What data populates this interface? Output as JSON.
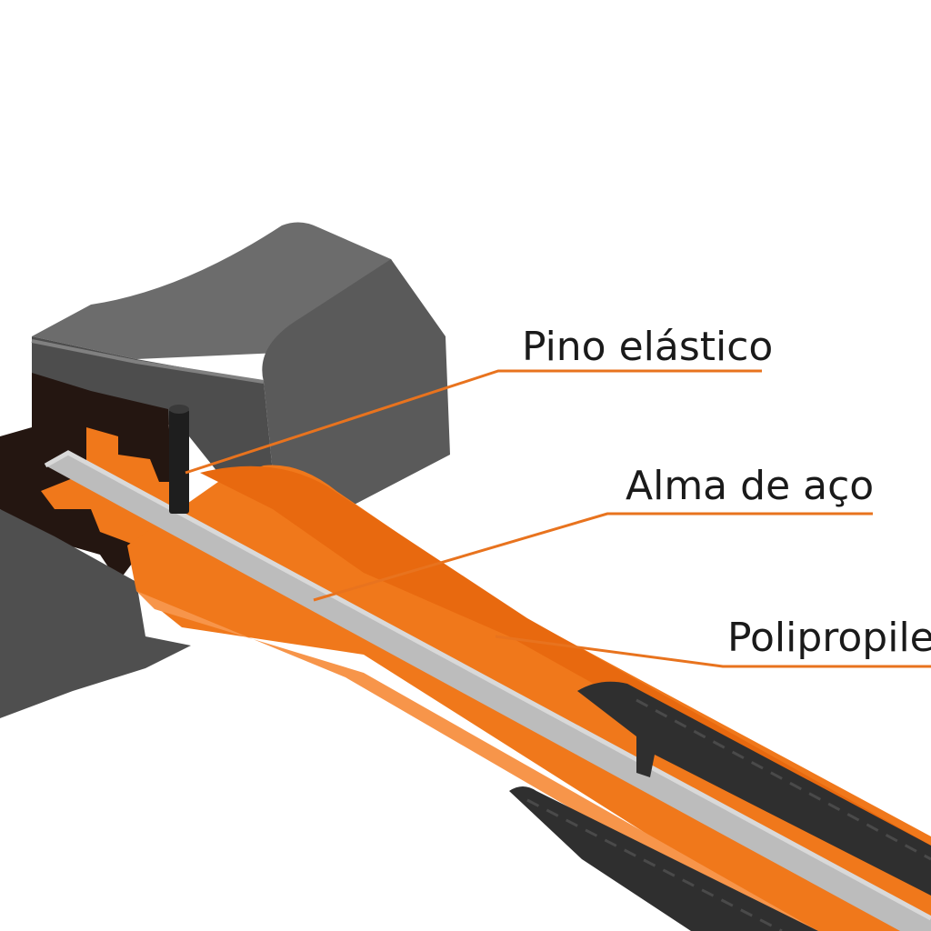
{
  "callouts": {
    "pin": {
      "label": "Pino elástico"
    },
    "core": {
      "label": "Alma de aço"
    },
    "handle": {
      "label": "Polipropile"
    }
  },
  "colors": {
    "head": "#5b5b5b",
    "head_light": "#6e6e6e",
    "head_dark": "#3f3f3f",
    "socket": "#241611",
    "orange": "#f0781b",
    "orange_dark": "#d86210",
    "orange_light": "#f7954a",
    "steel": "#b9b9b9",
    "steel_light": "#dadada",
    "grip": "#2f2f2f",
    "leader": "#e8731e"
  }
}
